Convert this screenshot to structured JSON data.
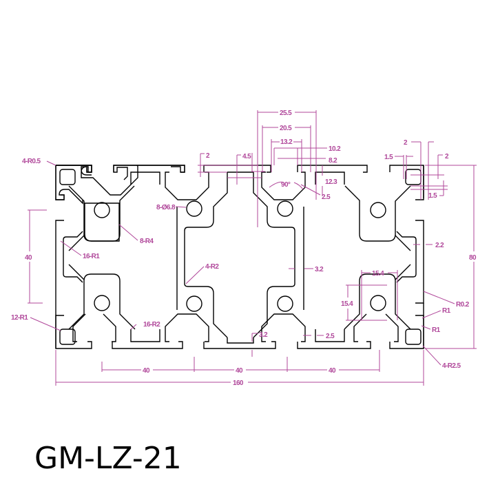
{
  "title": "GM-LZ-21",
  "colors": {
    "profile": "#000000",
    "dimension": "#b0479a",
    "background": "#ffffff"
  },
  "dimensions": {
    "top_slot_25_5": "25.5",
    "top_slot_20_5": "20.5",
    "top_slot_13_2": "13.2",
    "top_slot_10_2": "10.2",
    "top_slot_8_2": "8.2",
    "slot_depth_12_3": "12.3",
    "slot_wall_2_5_top": "2.5",
    "angle_90": "90°",
    "lip_2_left": "2",
    "lip_4_5": "4.5",
    "lip_2_right_h": "2",
    "lip_1_5_right_h": "1.5",
    "lip_2_right_v": "2",
    "lip_1_5_right_v": "1.5",
    "corner_4_r0_5": "4-R0.5",
    "holes_8_d6_8": "8-Ø6.8",
    "radius_8_r4": "8-R4",
    "radius_16_r1": "16-R1",
    "radius_4_r2": "4-R2",
    "wall_3_2_center": "3.2",
    "wall_2_2": "2.2",
    "height_40": "40",
    "height_80": "80",
    "core_15_4_h": "15.4",
    "core_15_4_v": "15.4",
    "radius_r0_2": "R0.2",
    "radius_r1_a": "R1",
    "radius_r1_b": "R1",
    "radius_12_r1": "12-R1",
    "radius_16_r2": "16-R2",
    "wall_3_2_bottom": "3.2",
    "wall_2_5_bottom": "2.5",
    "radius_4_r2_5": "4-R2.5",
    "pitch_40_a": "40",
    "pitch_40_b": "40",
    "pitch_40_c": "40",
    "width_160": "160"
  }
}
